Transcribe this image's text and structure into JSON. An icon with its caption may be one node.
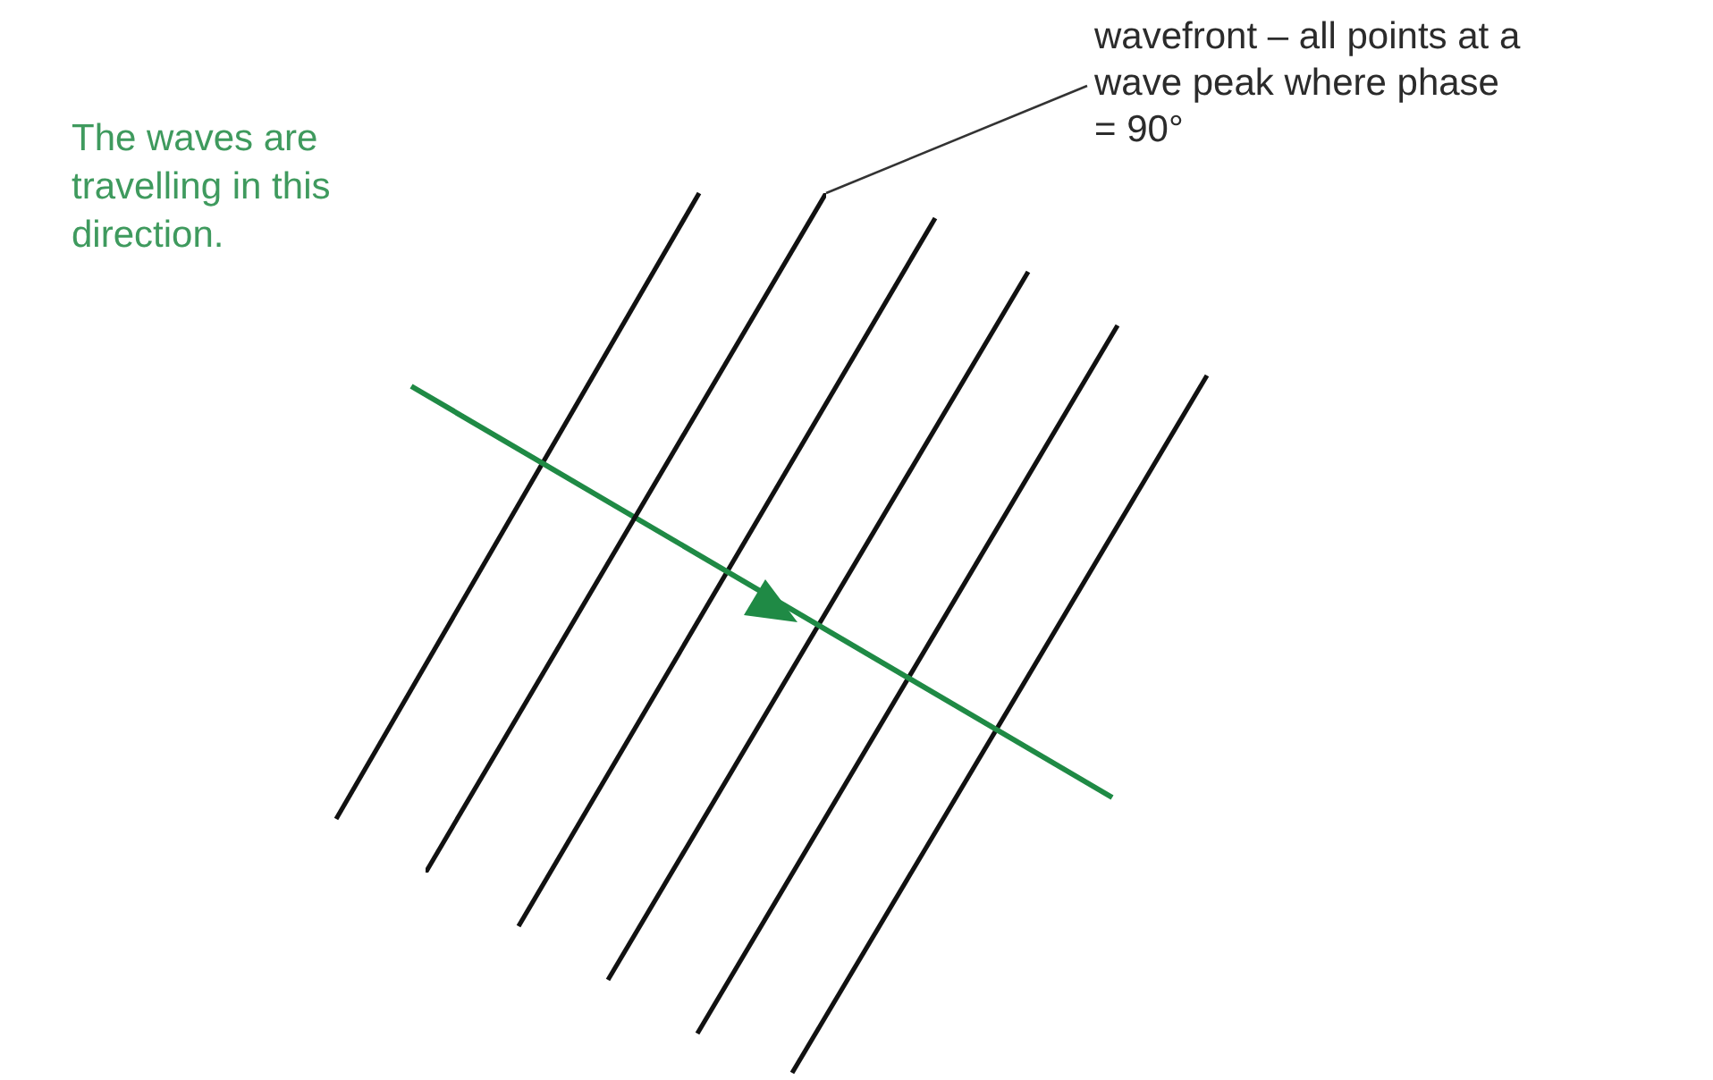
{
  "diagram": {
    "nodes": [
      {
        "text": [
          "wavefront – all points at a wave peak where phase = 90°"
        ]
      },
      {
        "text": [],
        "shape": "bar"
      }
    ],
    "edges": [
      {
        "from": 0,
        "to": 1,
        "arrow": "none"
      }
    ],
    "labels": [
      "The waves are travelling in this direction."
    ]
  }
}
